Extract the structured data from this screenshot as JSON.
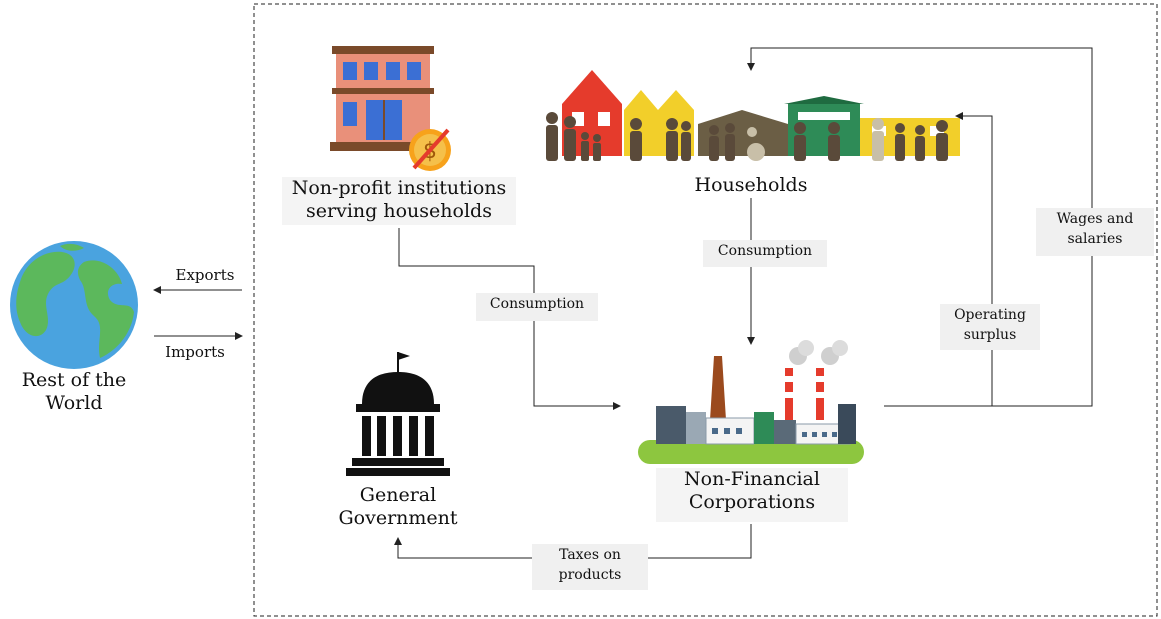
{
  "sectors": {
    "rest_of_world": "Rest of the\nWorld",
    "npish": "Non-profit institutions\nserving households",
    "households": "Households",
    "general_government": "General\nGovernment",
    "non_financial_corporations": "Non-Financial\nCorporations"
  },
  "flows": {
    "exports": "Exports",
    "imports": "Imports",
    "consumption_npish": "Consumption",
    "consumption_households": "Consumption",
    "taxes_on_products": "Taxes on\nproducts",
    "operating_surplus": "Operating\nsurplus",
    "wages_and_salaries": "Wages and\nsalaries"
  },
  "colors": {
    "arrow": "#222222",
    "label_box": "#f0f0f0",
    "globe_ocean": "#4aa3df",
    "globe_land": "#5cb85c",
    "corp_ground": "#8dc63f",
    "house_red": "#e53b2c",
    "house_yellow": "#f2cf2a",
    "house_green": "#2e8b57",
    "government": "#111111",
    "npish_building": "#e9907a"
  }
}
